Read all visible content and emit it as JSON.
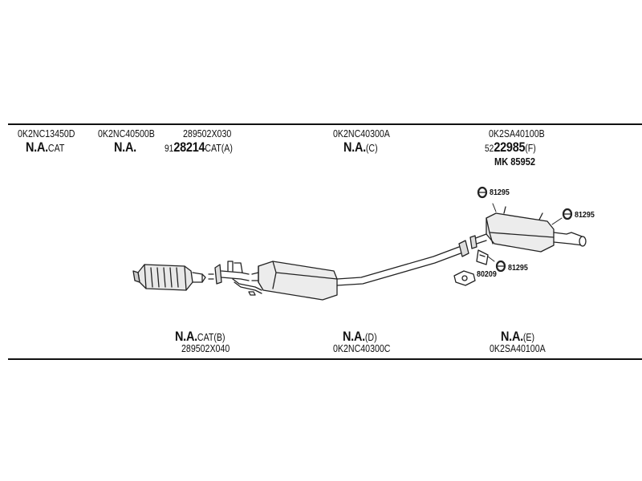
{
  "top_row": [
    {
      "code": "0K2NC13450D",
      "main": "N.A.",
      "suffix": "CAT"
    },
    {
      "code": "0K2NC40500B",
      "main": "N.A.",
      "suffix": ""
    },
    {
      "code": "289502X030",
      "prefix": "91",
      "main": "28214",
      "suffix": "CAT(A)"
    },
    {
      "code": "0K2NC40300A",
      "main": "N.A.",
      "suffix": "(C)"
    },
    {
      "code": "0K2SA40100B",
      "prefix": "52",
      "main": "22985",
      "suffix": "(F)",
      "extra": "MK 85952"
    }
  ],
  "bottom_row": [
    {
      "main": "N.A.",
      "suffix": "CAT(B)",
      "code": "289502X040"
    },
    {
      "main": "N.A.",
      "suffix": "(D)",
      "code": "0K2NC40300C"
    },
    {
      "main": "N.A.",
      "suffix": "(E)",
      "code": "0K2SA40100A"
    }
  ],
  "callouts": [
    "81295",
    "81295",
    "81295",
    "80209"
  ]
}
